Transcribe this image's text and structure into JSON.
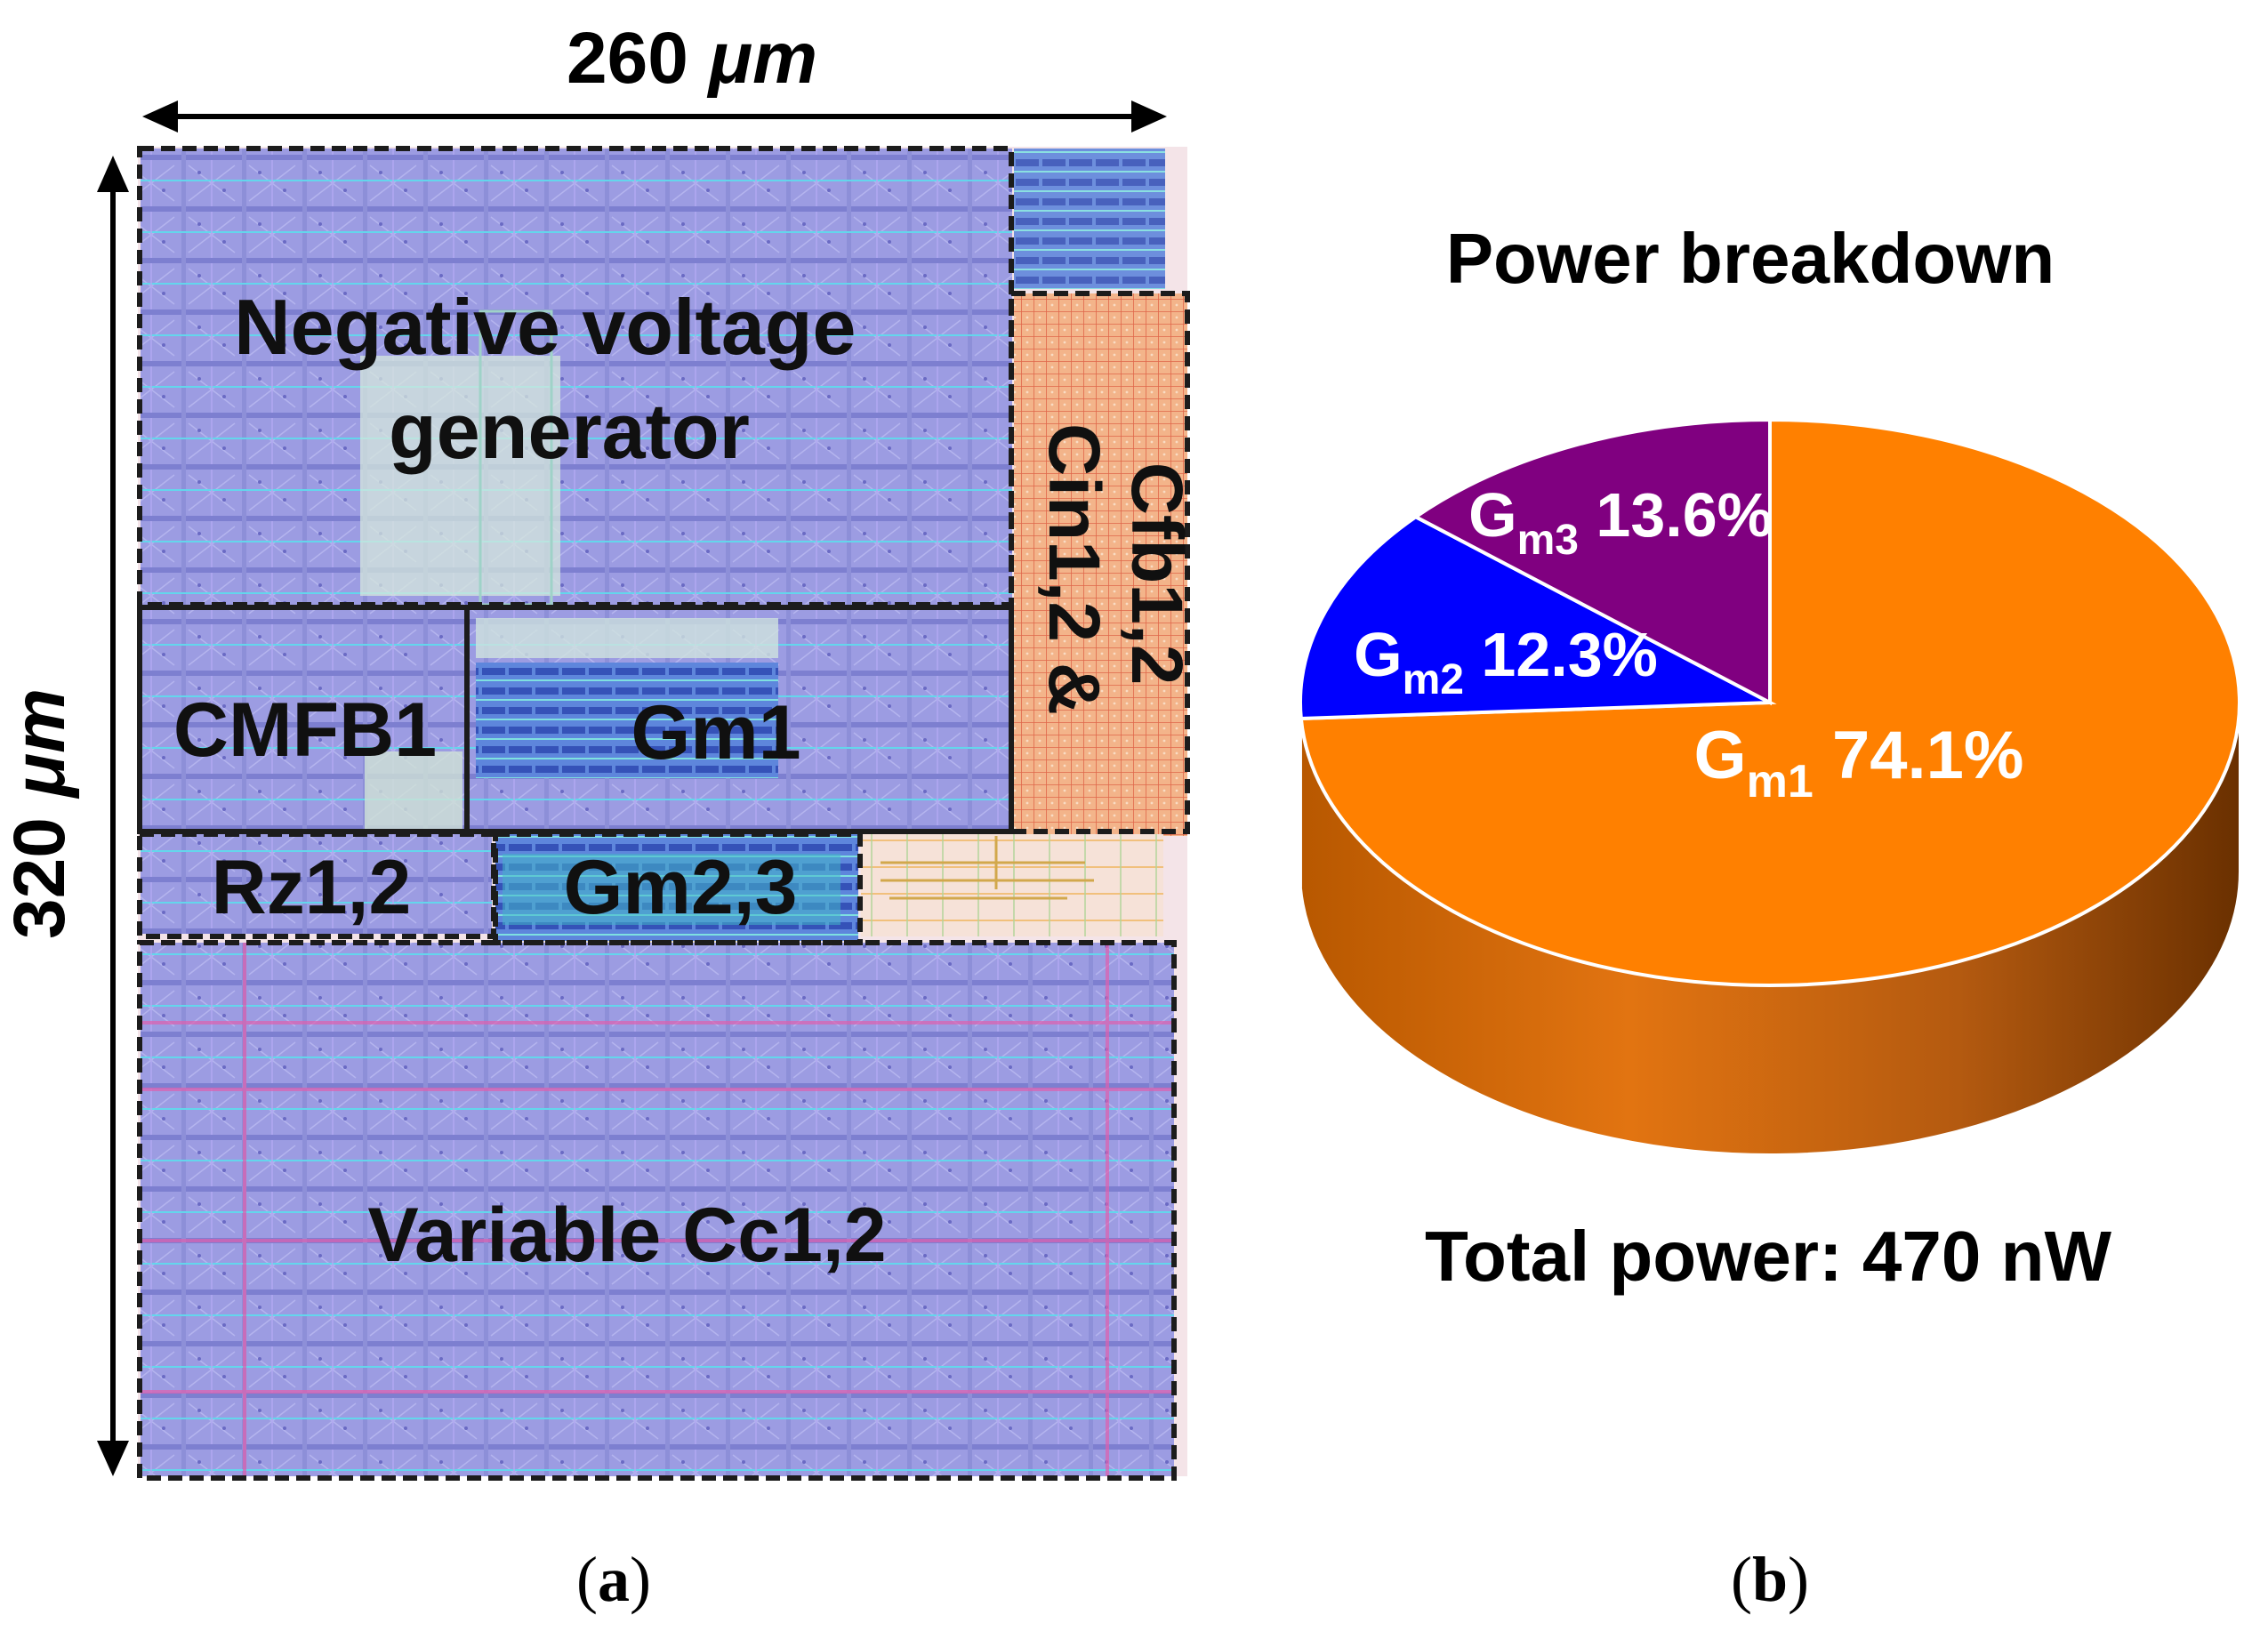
{
  "panel_a": {
    "width_label": {
      "value": "260",
      "unit": "μm"
    },
    "height_label": {
      "value": "320",
      "unit": "μm"
    },
    "blocks": {
      "negative_voltage_generator": [
        "Negative voltage",
        "generator"
      ],
      "cin_cfb": [
        "Cin1,2 &",
        "Cfb1,2"
      ],
      "cmfb1": "CMFB1",
      "gm1": "Gm1",
      "rz": "Rz1,2",
      "gm23": "Gm2,3",
      "variable_cc": "Variable Cc1,2"
    },
    "caption": {
      "open": "(",
      "letter": "a",
      "close": ")"
    },
    "colors": {
      "cell_fill": "#9c9ce2",
      "cell_stripe": "#7d7fd0",
      "cyan_line": "#63d6ec",
      "magenta_line": "#d868c8",
      "orange_grid": "#ef9a6e",
      "routing_bg": "#f6dcd6",
      "gm_blue": "#3a62c8"
    }
  },
  "panel_b": {
    "title": "Power breakdown",
    "total": "Total power: 470 nW",
    "caption": {
      "open": "(",
      "letter": "b",
      "close": ")"
    }
  },
  "chart_data": {
    "type": "pie",
    "title": "Power breakdown",
    "style": "3d-pie",
    "start": "12 o'clock, clockwise",
    "slices": [
      {
        "label_main": "G",
        "label_sub": "m1",
        "value": 74.1,
        "value_label": "74.1%",
        "color": "#ff8000",
        "side_color": "#c05800"
      },
      {
        "label_main": "G",
        "label_sub": "m2",
        "value": 12.3,
        "value_label": "12.3%",
        "color": "#0000ff"
      },
      {
        "label_main": "G",
        "label_sub": "m3",
        "value": 13.6,
        "value_label": "13.6%",
        "color": "#800080"
      }
    ],
    "annotation": "Total power: 470 nW"
  }
}
